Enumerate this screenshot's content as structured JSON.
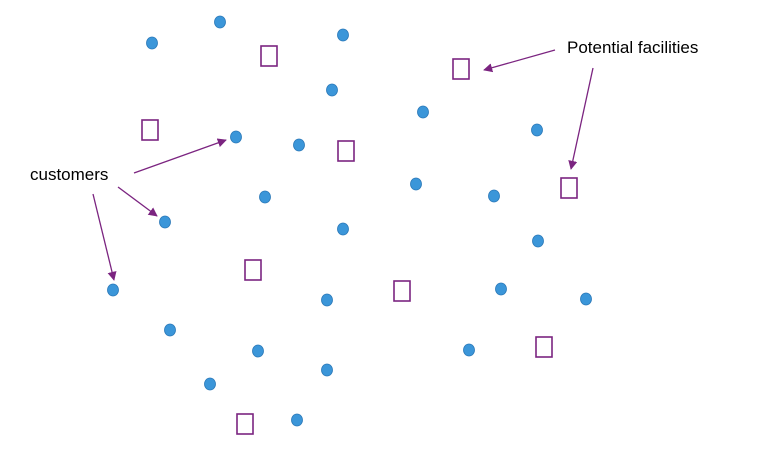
{
  "labels": {
    "customers": "customers",
    "facilities": "Potential facilities"
  },
  "colors": {
    "customer_fill": "#3b96d9",
    "customer_stroke": "#2a78b8",
    "facility_stroke": "#7b2480",
    "arrow": "#7b2480"
  },
  "legend_items": [
    {
      "name": "customer",
      "marker": "blue-circle"
    },
    {
      "name": "potential-facility",
      "marker": "purple-square-outline"
    }
  ]
}
